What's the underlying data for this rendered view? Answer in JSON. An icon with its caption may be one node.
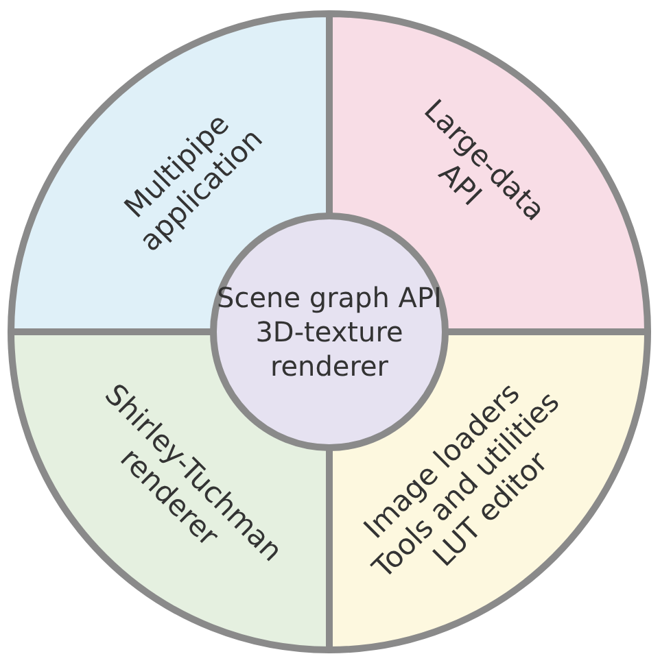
{
  "diagram": {
    "nodes": [
      {
        "text": [
          "Multipipe application"
        ]
      },
      {
        "text": [
          "Large-data API"
        ]
      },
      {
        "text": [
          "Scene graph API 3D-texture renderer"
        ]
      },
      {
        "text": [
          "Shirley-Tuchman renderer"
        ]
      },
      {
        "text": [
          "Image loaders",
          "Tools and utilities",
          "LUT editor"
        ]
      }
    ]
  }
}
